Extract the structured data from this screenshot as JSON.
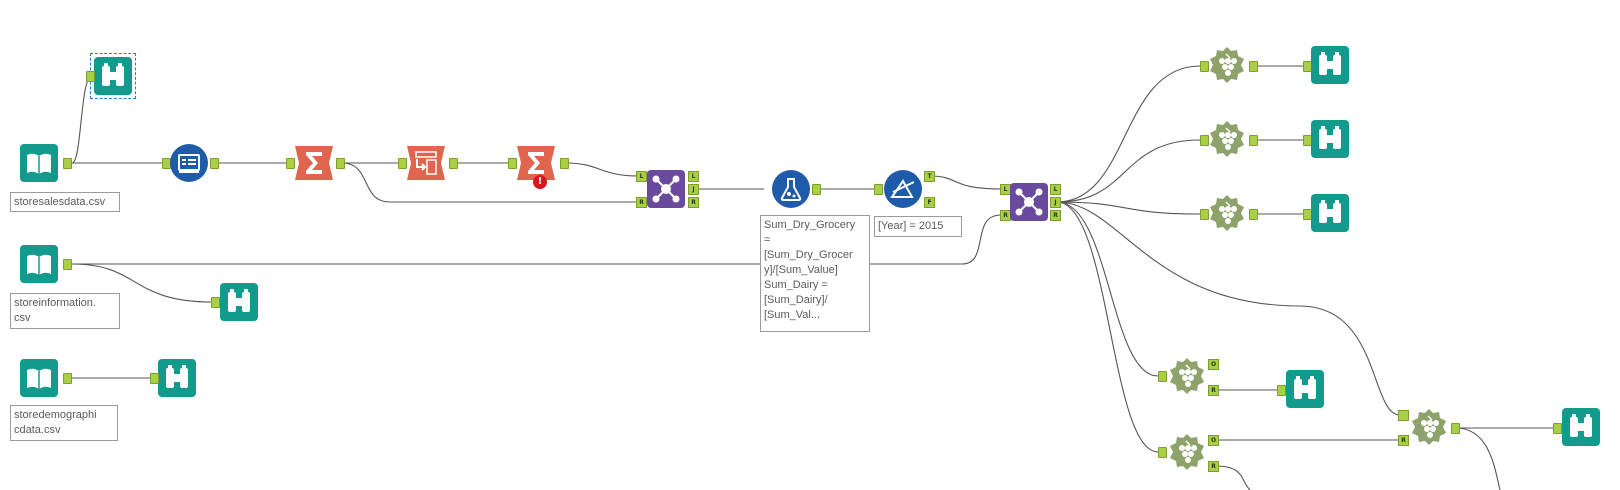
{
  "colors": {
    "input": "#129a8c",
    "browse": "#129a8c",
    "formula": "#1e5ba8",
    "summarize": "#e0654e",
    "join": "#6a4a9c",
    "rtool": "#8ea36b",
    "anchor": "#a8cf45",
    "wire": "#444444"
  },
  "tools": {
    "input_storesales": {
      "icon": "book-icon"
    },
    "input_storeinfo": {
      "icon": "book-icon"
    },
    "input_storedemo": {
      "icon": "book-icon"
    },
    "browse_top": {
      "icon": "binoculars-icon"
    },
    "select": {
      "icon": "select-icon"
    },
    "summarize1": {
      "icon": "sigma-icon"
    },
    "crosstab": {
      "icon": "crosstab-icon"
    },
    "summarize2": {
      "icon": "sigma-icon",
      "error": "!"
    },
    "join1": {
      "icon": "join-icon",
      "anchors_in": [
        "L",
        "R"
      ],
      "anchors_out": [
        "L",
        "J",
        "R"
      ]
    },
    "formula": {
      "icon": "flask-icon"
    },
    "filter": {
      "icon": "filter-icon",
      "anchors_out": [
        "T",
        "F"
      ]
    },
    "join2": {
      "icon": "join-icon",
      "anchors_in": [
        "L",
        "R"
      ],
      "anchors_out": [
        "L",
        "J",
        "R"
      ]
    },
    "cluster_o": {
      "anchors_out": [
        "O",
        "R"
      ]
    },
    "cluster_r": "R"
  },
  "annotations": {
    "storesales": "storesalesdata.csv",
    "storeinfo": "storeinformation.\ncsv",
    "storedemo": "storedemographi\ncdata.csv",
    "formula": "Sum_Dry_Grocery\n=\n[Sum_Dry_Grocer\ny]/[Sum_Value]\nSum_Dairy =\n[Sum_Dairy]/\n[Sum_Val...",
    "filter": "[Year] = 2015"
  }
}
